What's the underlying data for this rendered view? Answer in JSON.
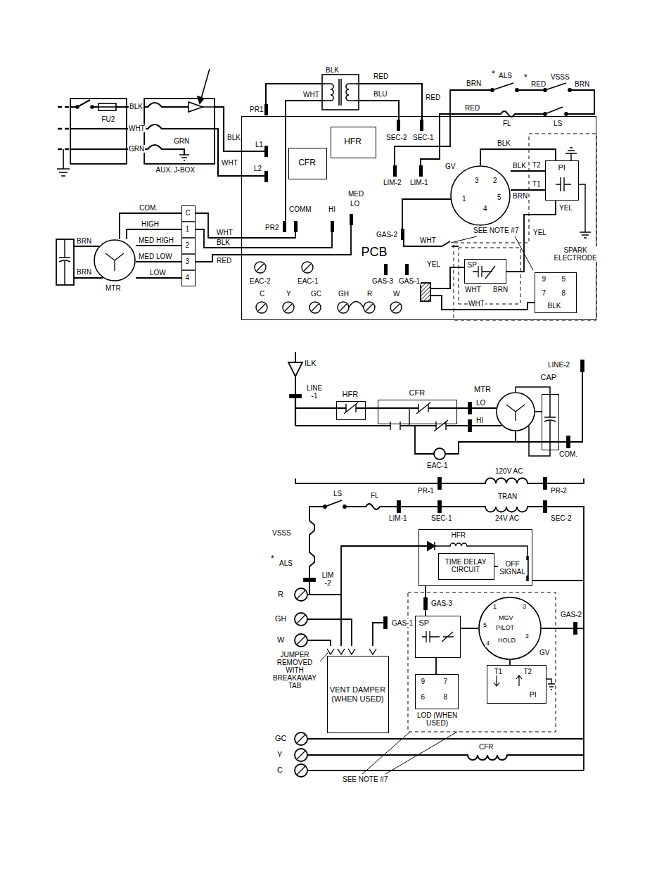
{
  "diagram": {
    "nodes": [
      {
        "text": [
          "FU2"
        ]
      },
      {
        "text": [
          "AUX. J-BOX"
        ]
      },
      {
        "text": [
          "PCB"
        ]
      },
      {
        "text": [
          "HFR"
        ],
        "in": 2
      },
      {
        "text": [
          "CFR"
        ],
        "in": 2
      },
      {
        "text": [
          "C",
          "1",
          "2",
          "3",
          "4"
        ]
      },
      {
        "text": [
          "MTR"
        ]
      },
      {
        "text": [
          "GV",
          "3",
          "2",
          "1",
          "5",
          "4"
        ]
      },
      {
        "text": [
          "PI"
        ]
      },
      {
        "text": [
          "SP"
        ]
      },
      {
        "text": [
          "9",
          "5",
          "7",
          "8",
          "BLK"
        ]
      },
      {
        "text": [
          "HFR"
        ]
      },
      {
        "text": [
          "CFR"
        ]
      },
      {
        "text": [
          "MTR"
        ]
      },
      {
        "text": [
          "CAP"
        ]
      },
      {
        "text": [
          "HFR",
          "OFF SIGNAL"
        ]
      },
      {
        "text": [
          "TIME DELAY CIRCUIT"
        ],
        "in": 15
      },
      {
        "text": [
          "SP"
        ]
      },
      {
        "text": [
          "MGV",
          "PILOT",
          "HOLD",
          "1",
          "3",
          "5",
          "2",
          "4",
          "GV"
        ]
      },
      {
        "text": [
          "T1",
          "T2",
          "PI"
        ]
      },
      {
        "text": [
          "VENT DAMPER (WHEN USED)"
        ]
      },
      {
        "text": [
          "9",
          "7",
          "6",
          "8",
          "LOD (WHEN USED)"
        ]
      }
    ],
    "edges": [
      {
        "from": 6,
        "to": 5,
        "label": "COM.",
        "arrow": "none"
      },
      {
        "from": 6,
        "to": 5,
        "label": "HIGH",
        "arrow": "none"
      },
      {
        "from": 6,
        "to": 5,
        "label": "MED HIGH",
        "arrow": "none"
      },
      {
        "from": 6,
        "to": 5,
        "label": "MED LOW",
        "arrow": "none"
      },
      {
        "from": 6,
        "to": 5,
        "label": "LOW",
        "arrow": "none"
      },
      {
        "from": 7,
        "to": 8,
        "label": "BLK",
        "arrow": "none"
      },
      {
        "from": 7,
        "to": 8,
        "label": "BRN",
        "arrow": "none"
      },
      {
        "from": 13,
        "to": 14,
        "arrow": "none"
      }
    ],
    "labels": [
      "BLK",
      "WHT",
      "GRN",
      "GRN",
      "BLK",
      "WHT",
      "BLK",
      "WHT",
      "RED",
      "BLU",
      "RED",
      "SEC-2",
      "SEC-1",
      "PR1",
      "L1",
      "L2",
      "PR2",
      "COMM",
      "HI",
      "MED",
      "LO",
      "LIM-2",
      "LIM-1",
      "GAS-2",
      "GAS-3",
      "GAS-1",
      "EAC-2",
      "EAC-1",
      "C",
      "Y",
      "GC",
      "GH",
      "R",
      "W",
      "BRN",
      "*",
      "ALS",
      "*",
      "RED",
      "VSSS",
      "BRN",
      "RED",
      "FL",
      "LS",
      "BLK",
      "T2",
      "T1",
      "YEL",
      "SEE NOTE #7",
      "YEL",
      "SPARK ELECTRODE",
      "WHT",
      "YEL",
      "WHT",
      "BRN",
      "WHT",
      "BRN",
      "BRN",
      "WHT",
      "BLK",
      "RED",
      "ILK",
      "LINE -1",
      "LINE-2",
      "LO",
      "HI",
      "COM.",
      "EAC-1",
      "PR-1",
      "120V AC",
      "PR-2",
      "TRAN",
      "24V AC",
      "LIM-1",
      "SEC-1",
      "SEC-2",
      "LS",
      "FL",
      "VSSS",
      "*",
      "ALS",
      "LIM -2",
      "R",
      "GH",
      "W",
      "GAS-3",
      "GAS-1",
      "GAS-2",
      "JUMPER REMOVED WITH BREAKAWAY TAB",
      "GC",
      "Y",
      "C",
      "CFR",
      "SEE NOTE #7"
    ]
  }
}
